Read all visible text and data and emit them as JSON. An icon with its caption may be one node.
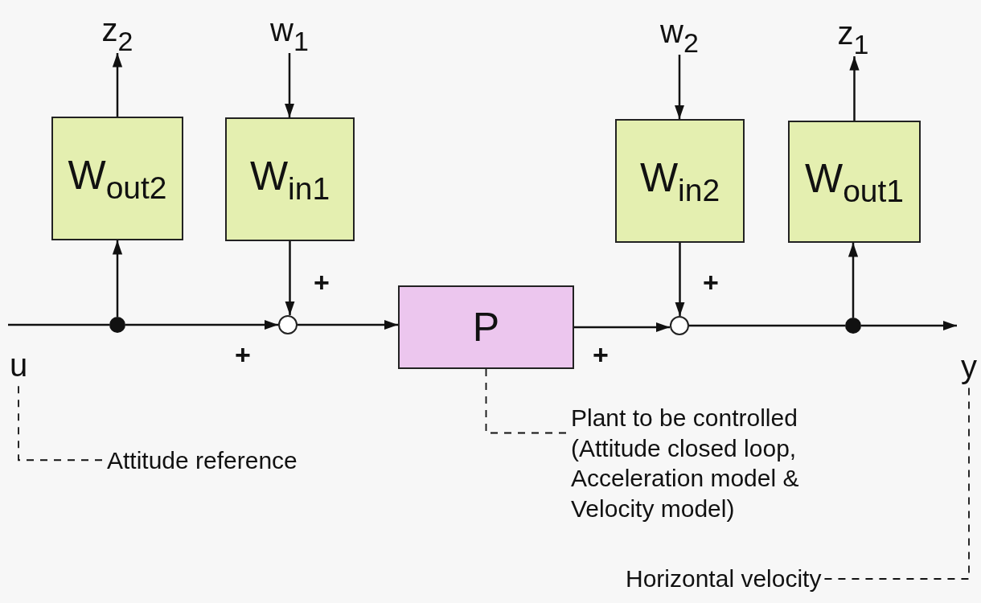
{
  "diagram": {
    "nodes": [
      {
        "text": [
          "z$_{2}$"
        ]
      },
      {
        "text": [
          "w$_{1}$"
        ]
      },
      {
        "text": [
          "w$_{2}$"
        ]
      },
      {
        "text": [
          "z$_{1}$"
        ]
      },
      {
        "text": [
          "W$_{out2}$"
        ]
      },
      {
        "text": [
          "W$_{in1}$"
        ]
      },
      {
        "text": [
          "W$_{in2}$"
        ]
      },
      {
        "text": [
          "W$_{out1}$"
        ]
      },
      {
        "text": [],
        "shape": "dot"
      },
      {
        "text": [],
        "shape": "circle"
      },
      {
        "text": [
          "P"
        ]
      },
      {
        "text": [],
        "shape": "circle"
      },
      {
        "text": [],
        "shape": "dot"
      },
      {
        "text": [
          "u"
        ]
      },
      {
        "text": [
          "y"
        ]
      },
      {
        "text": [
          "Plant to be controlled (Attitude closed loop, Acceleration model & Velocity model)"
        ]
      },
      {
        "text": [
          "Attitude reference"
        ]
      },
      {
        "text": [
          "Horizontal velocity"
        ]
      }
    ],
    "edges": [
      {
        "from": null,
        "to": 8,
        "arrow": "none"
      },
      {
        "from": 8,
        "to": 9,
        "arrow": "to",
        "label": "+"
      },
      {
        "from": 8,
        "to": 4,
        "arrow": "to"
      },
      {
        "from": 4,
        "to": 0,
        "arrow": "to"
      },
      {
        "from": 1,
        "to": 5,
        "arrow": "to"
      },
      {
        "from": 5,
        "to": 9,
        "arrow": "to",
        "label": "+"
      },
      {
        "from": 9,
        "to": 10,
        "arrow": "to"
      },
      {
        "from": 10,
        "to": 11,
        "arrow": "to",
        "label": "+"
      },
      {
        "from": 2,
        "to": 6,
        "arrow": "to"
      },
      {
        "from": 6,
        "to": 11,
        "arrow": "to",
        "label": "+"
      },
      {
        "from": 11,
        "to": 12,
        "arrow": "none"
      },
      {
        "from": 12,
        "to": 14,
        "arrow": "to"
      },
      {
        "from": 12,
        "to": 7,
        "arrow": "to"
      },
      {
        "from": 7,
        "to": 3,
        "arrow": "to"
      },
      {
        "from": 16,
        "to": 13,
        "arrow": "none",
        "style": "dashed"
      },
      {
        "from": 15,
        "to": 10,
        "arrow": "none",
        "style": "dashed"
      },
      {
        "from": 17,
        "to": 14,
        "arrow": "none",
        "style": "dashed"
      }
    ]
  }
}
